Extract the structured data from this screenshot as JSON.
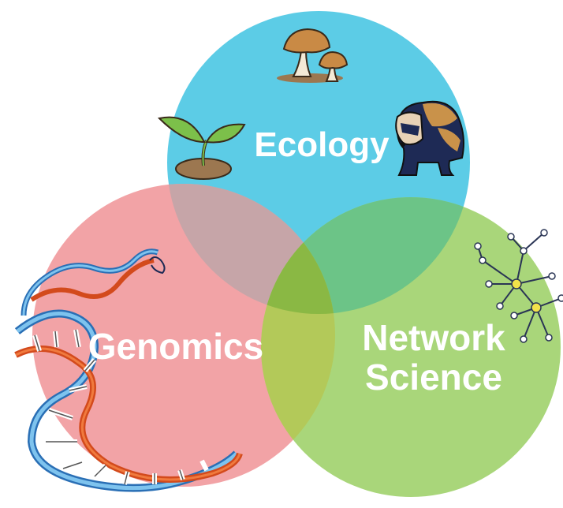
{
  "diagram": {
    "type": "venn",
    "sets": [
      {
        "key": "ecology",
        "label": "Ecology",
        "color": "#5ccce6"
      },
      {
        "key": "genomics",
        "label": "Genomics",
        "color": "#f2a3a6"
      },
      {
        "key": "network",
        "label_line1": "Network",
        "label_line2": "Science",
        "color": "#a9d67a"
      }
    ],
    "overlap_colors": {
      "ecology_genomics": "#c6a5a8",
      "ecology_network": "#6cc487",
      "genomics_network": "#b3c959",
      "center": "#8ab844"
    },
    "illustrations": [
      "mushroom-icon",
      "sprout-icon",
      "badger-icon",
      "dna-helix-icon",
      "network-graph-icon"
    ]
  }
}
